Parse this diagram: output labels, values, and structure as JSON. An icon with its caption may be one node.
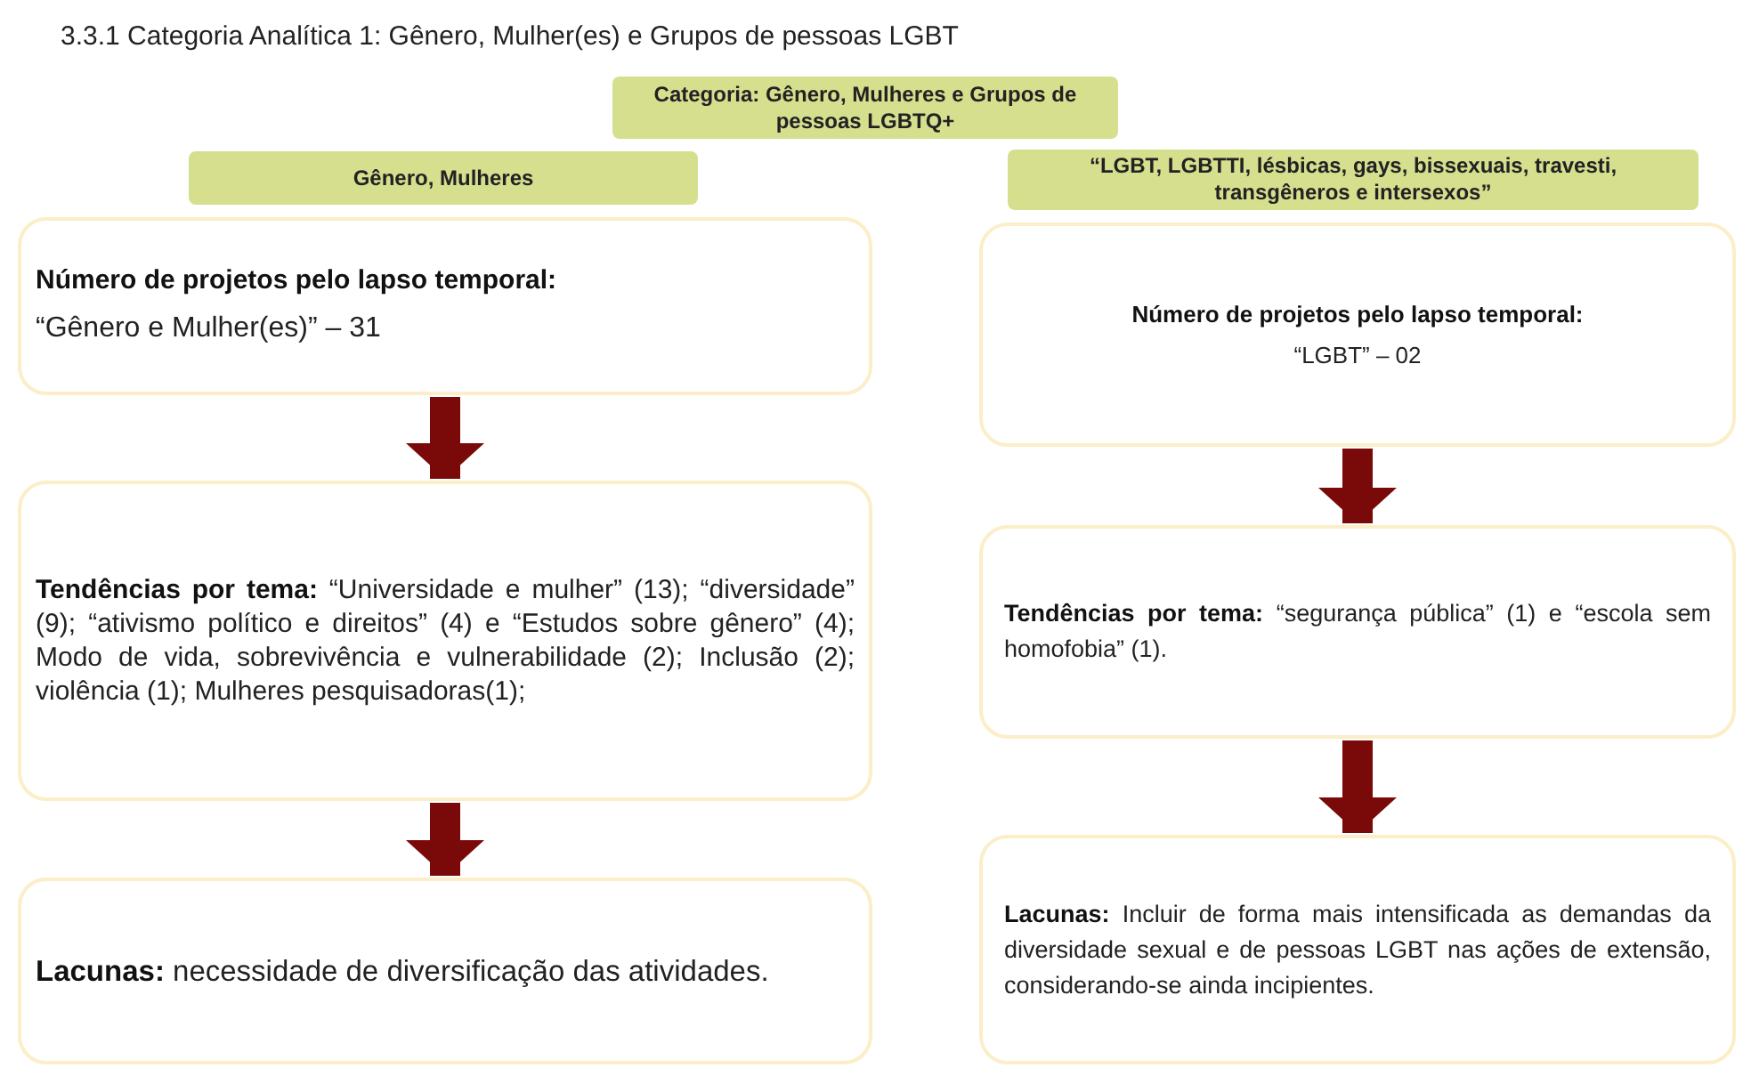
{
  "diagram": {
    "title": "3.3.1 Categoria Analítica 1: Gênero, Mulher(es) e Grupos de pessoas LGBT",
    "nodes": [
      {
        "text": [
          "Categoria: Gênero, Mulheres e Grupos de pessoas LGBTQ+"
        ]
      },
      {
        "text": [
          "Gênero, Mulheres"
        ]
      },
      {
        "text": [
          "“LGBT, LGBTTI, lésbicas, gays, bissexuais, travesti, transgêneros e intersexos”"
        ]
      },
      {
        "text": [
          "Número de projetos pelo lapso temporal:",
          "“Gênero e Mulher(es)” – 31"
        ]
      },
      {
        "text": [
          "**Tendências por tema:** “Universidade e mulher” (13); “diversidade” (9); “ativismo político e direitos” (4) e “Estudos sobre gênero” (4); Modo de vida, sobrevivência e vulnerabilidade (2); Inclusão (2); violência (1); Mulheres pesquisadoras(1);"
        ]
      },
      {
        "text": [
          "**Lacunas:** necessidade de diversificação das atividades."
        ]
      },
      {
        "text": [
          "Número de projetos pelo lapso temporal:",
          "“LGBT” – 02"
        ]
      },
      {
        "text": [
          "**Tendências por tema:** “segurança pública” (1) e “escola sem homofobia” (1)."
        ]
      },
      {
        "text": [
          "**Lacunas:** Incluir de forma mais intensificada as demandas da diversidade sexual e de pessoas LGBT nas ações de extensão, considerando-se ainda incipientes."
        ]
      }
    ],
    "edges": [
      {
        "from": 3,
        "to": 4,
        "arrow": "to"
      },
      {
        "from": 4,
        "to": 5,
        "arrow": "to"
      },
      {
        "from": 6,
        "to": 7,
        "arrow": "to"
      },
      {
        "from": 7,
        "to": 8,
        "arrow": "to"
      }
    ]
  }
}
